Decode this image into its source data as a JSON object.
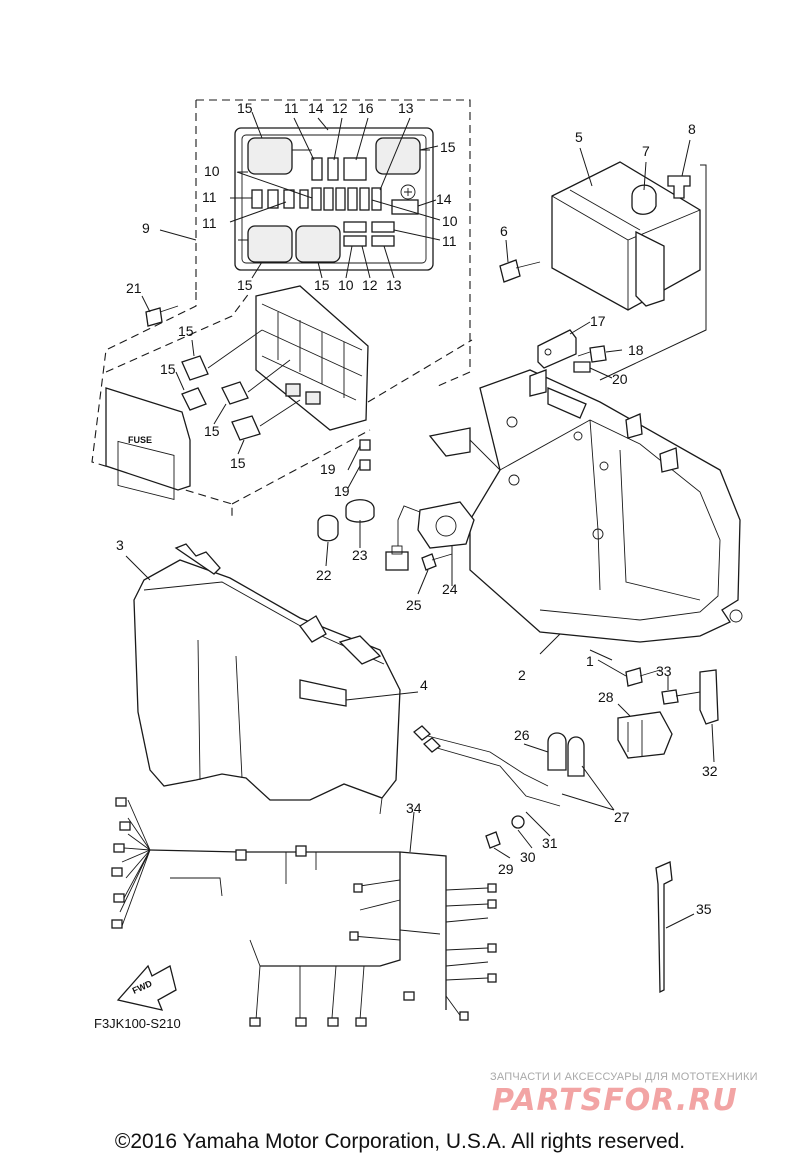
{
  "diagram": {
    "code": "F3JK100-S210",
    "fwd_label": "FWD",
    "fuse_label": "FUSE",
    "callouts": [
      {
        "id": "c15a",
        "label": "15"
      },
      {
        "id": "c11a",
        "label": "11"
      },
      {
        "id": "c14a",
        "label": "14"
      },
      {
        "id": "c12a",
        "label": "12"
      },
      {
        "id": "c16",
        "label": "16"
      },
      {
        "id": "c13a",
        "label": "13"
      },
      {
        "id": "c15b",
        "label": "15"
      },
      {
        "id": "c10a",
        "label": "10"
      },
      {
        "id": "c11b",
        "label": "11"
      },
      {
        "id": "c14b",
        "label": "14"
      },
      {
        "id": "c11c",
        "label": "11"
      },
      {
        "id": "c10b",
        "label": "10"
      },
      {
        "id": "c11d",
        "label": "11"
      },
      {
        "id": "c9",
        "label": "9"
      },
      {
        "id": "c15c",
        "label": "15"
      },
      {
        "id": "c15d",
        "label": "15"
      },
      {
        "id": "c10c",
        "label": "10"
      },
      {
        "id": "c12b",
        "label": "12"
      },
      {
        "id": "c13b",
        "label": "13"
      },
      {
        "id": "c5",
        "label": "5"
      },
      {
        "id": "c7",
        "label": "7"
      },
      {
        "id": "c8",
        "label": "8"
      },
      {
        "id": "c6",
        "label": "6"
      },
      {
        "id": "c21",
        "label": "21"
      },
      {
        "id": "c15e",
        "label": "15"
      },
      {
        "id": "c15f",
        "label": "15"
      },
      {
        "id": "c15g",
        "label": "15"
      },
      {
        "id": "c15h",
        "label": "15"
      },
      {
        "id": "c17",
        "label": "17"
      },
      {
        "id": "c18",
        "label": "18"
      },
      {
        "id": "c20",
        "label": "20"
      },
      {
        "id": "c19a",
        "label": "19"
      },
      {
        "id": "c19b",
        "label": "19"
      },
      {
        "id": "c3",
        "label": "3"
      },
      {
        "id": "c23",
        "label": "23"
      },
      {
        "id": "c22",
        "label": "22"
      },
      {
        "id": "c25",
        "label": "25"
      },
      {
        "id": "c24",
        "label": "24"
      },
      {
        "id": "c4",
        "label": "4"
      },
      {
        "id": "c2",
        "label": "2"
      },
      {
        "id": "c1",
        "label": "1"
      },
      {
        "id": "c33",
        "label": "33"
      },
      {
        "id": "c28",
        "label": "28"
      },
      {
        "id": "c26",
        "label": "26"
      },
      {
        "id": "c32",
        "label": "32"
      },
      {
        "id": "c27",
        "label": "27"
      },
      {
        "id": "c34",
        "label": "34"
      },
      {
        "id": "c31",
        "label": "31"
      },
      {
        "id": "c30",
        "label": "30"
      },
      {
        "id": "c29",
        "label": "29"
      },
      {
        "id": "c35",
        "label": "35"
      }
    ]
  },
  "watermark": {
    "caption": "ЗАПЧАСТИ И АКСЕССУАРЫ ДЛЯ МОТОТЕХНИКИ",
    "logo": "PARTSFOR.RU"
  },
  "footer": {
    "copyright": "©2016 Yamaha Motor Corporation, U.S.A. All rights reserved."
  }
}
